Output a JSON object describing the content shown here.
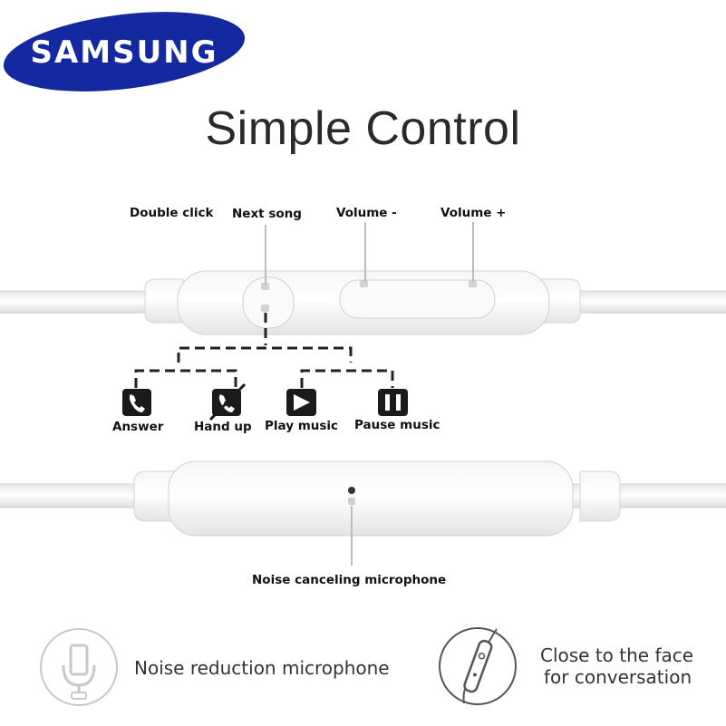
{
  "brand": {
    "logo_text": "SAMSUNG",
    "logo_color": "#1428a0"
  },
  "title": "Simple Control",
  "remote_labels": {
    "double_click": "Double click",
    "next_song": "Next song",
    "volume_down": "Volume -",
    "volume_up": "Volume +"
  },
  "actions": [
    {
      "label": "Answer",
      "icon": "phone-answer-icon"
    },
    {
      "label": "Hand up",
      "icon": "phone-hangup-icon"
    },
    {
      "label": "Play music",
      "icon": "play-icon"
    },
    {
      "label": "Pause music",
      "icon": "pause-icon"
    }
  ],
  "mic_label": "Noise canceling microphone",
  "features": {
    "left": {
      "icon": "microphone-icon",
      "text": "Noise reduction microphone"
    },
    "right": {
      "icon": "remote-near-face-icon",
      "line1": "Close to the face",
      "line2": "for conversation"
    }
  }
}
